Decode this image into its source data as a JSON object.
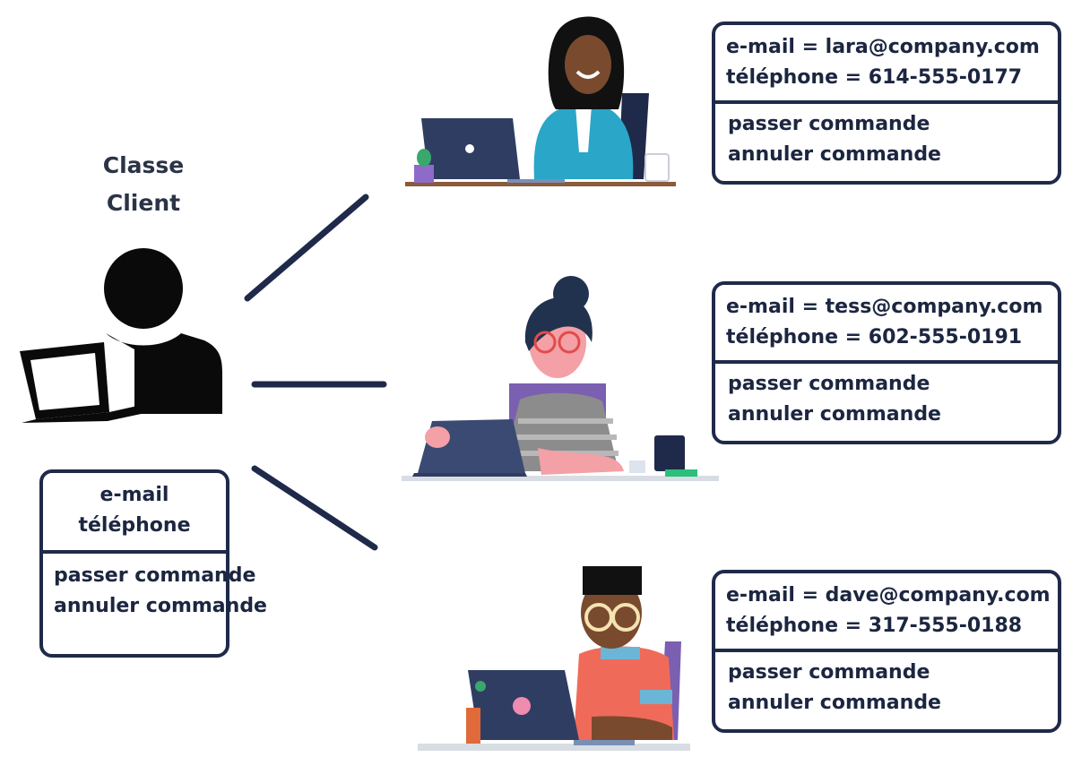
{
  "class": {
    "title_line1": "Classe",
    "title_line2": "Client",
    "attributes": [
      "e-mail",
      "téléphone"
    ],
    "methods": [
      "passer commande",
      "annuler commande"
    ]
  },
  "instances": [
    {
      "email": "e-mail = lara@company.com",
      "phone": "téléphone = 614-555-0177",
      "methods": [
        "passer commande",
        "annuler commande"
      ]
    },
    {
      "email": "e-mail = tess@company.com",
      "phone": "téléphone = 602-555-0191",
      "methods": [
        "passer commande",
        "annuler commande"
      ]
    },
    {
      "email": "e-mail = dave@company.com",
      "phone": "téléphone = 317-555-0188",
      "methods": [
        "passer commande",
        "annuler commande"
      ]
    }
  ],
  "colors": {
    "ink": "#1f2a4a",
    "silhouette": "#0a0a0a"
  }
}
